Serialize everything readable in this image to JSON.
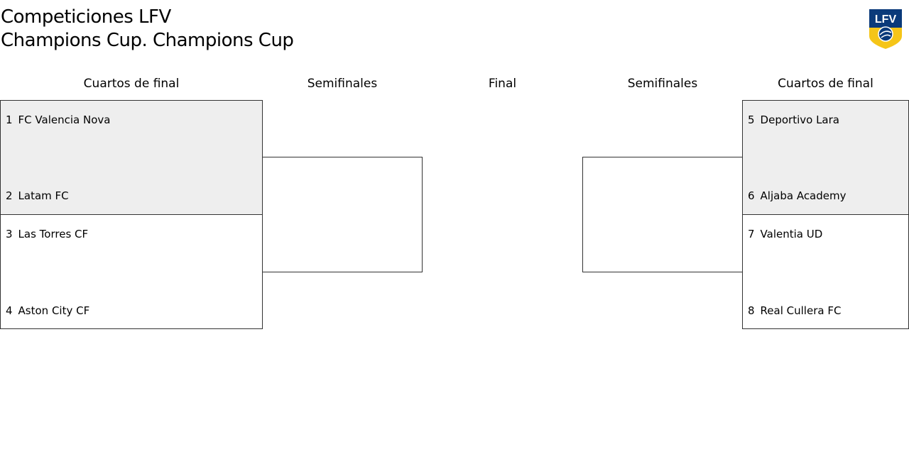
{
  "header": {
    "line1": "Competiciones LFV",
    "line2": "Champions Cup. Champions Cup",
    "logo_text": "LFV"
  },
  "rounds": [
    "Cuartos de final",
    "Semifinales",
    "Final",
    "Semifinales",
    "Cuartos de final"
  ],
  "left_matches": [
    {
      "home_seed": "1",
      "home": "FC Valencia Nova",
      "away_seed": "2",
      "away": "Latam FC"
    },
    {
      "home_seed": "3",
      "home": "Las Torres CF",
      "away_seed": "4",
      "away": "Aston City CF"
    }
  ],
  "right_matches": [
    {
      "home_seed": "5",
      "home": "Deportivo Lara",
      "away_seed": "6",
      "away": "Aljaba Academy"
    },
    {
      "home_seed": "7",
      "home": "Valentia UD",
      "away_seed": "8",
      "away": "Real Cullera FC"
    }
  ],
  "colors": {
    "highlight": "#eeeeee",
    "border": "#333333",
    "logo_blue": "#0a3a7a",
    "logo_yellow": "#f5c518"
  }
}
